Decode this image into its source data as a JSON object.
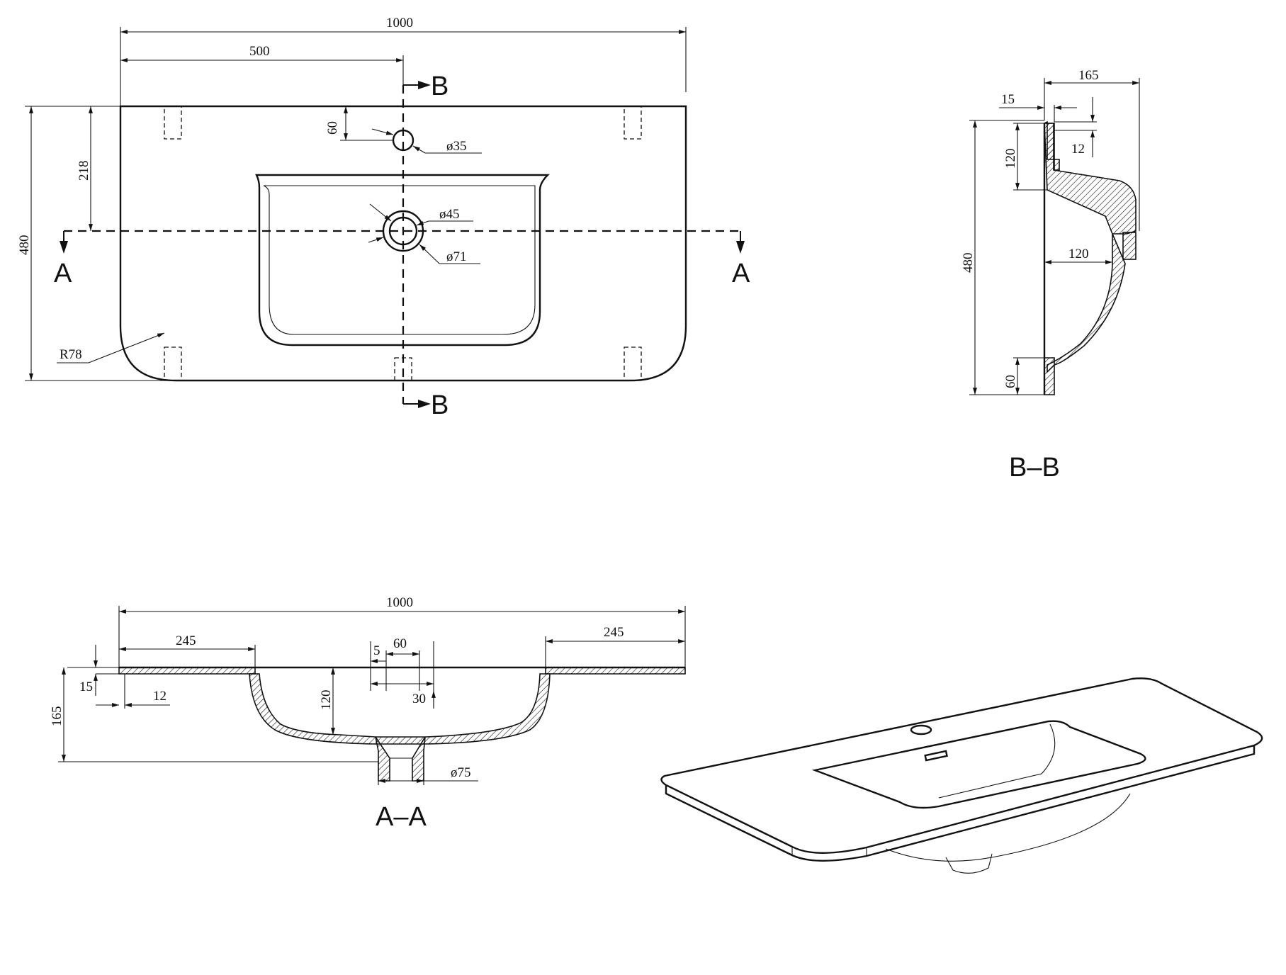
{
  "top_view": {
    "overall_width": "1000",
    "half_width": "500",
    "depth": "480",
    "tap_hole_offset": "60",
    "tap_hole_dia": "ø35",
    "drain_offset": "218",
    "drain_dia": "ø45",
    "drain_outer_dia": "ø71",
    "corner_radius": "R78",
    "section_a_left": "A",
    "section_a_right": "A",
    "section_b_top": "B",
    "section_b_bottom": "B"
  },
  "section_bb": {
    "title": "B–B",
    "total_height": "165",
    "top_thickness": "15",
    "lip": "12",
    "back_height": "120",
    "bowl_depth": "120",
    "overall_depth": "480",
    "front_height": "60"
  },
  "section_aa": {
    "title": "A–A",
    "overall_width": "1000",
    "left_deck": "245",
    "right_deck": "245",
    "hole_offset": "5",
    "hole_span": "60",
    "hole_depth": "30",
    "bowl_depth": "120",
    "top_thickness": "15",
    "lip": "12",
    "total_height": "165",
    "drain_dia": "ø75"
  },
  "perspective": {}
}
